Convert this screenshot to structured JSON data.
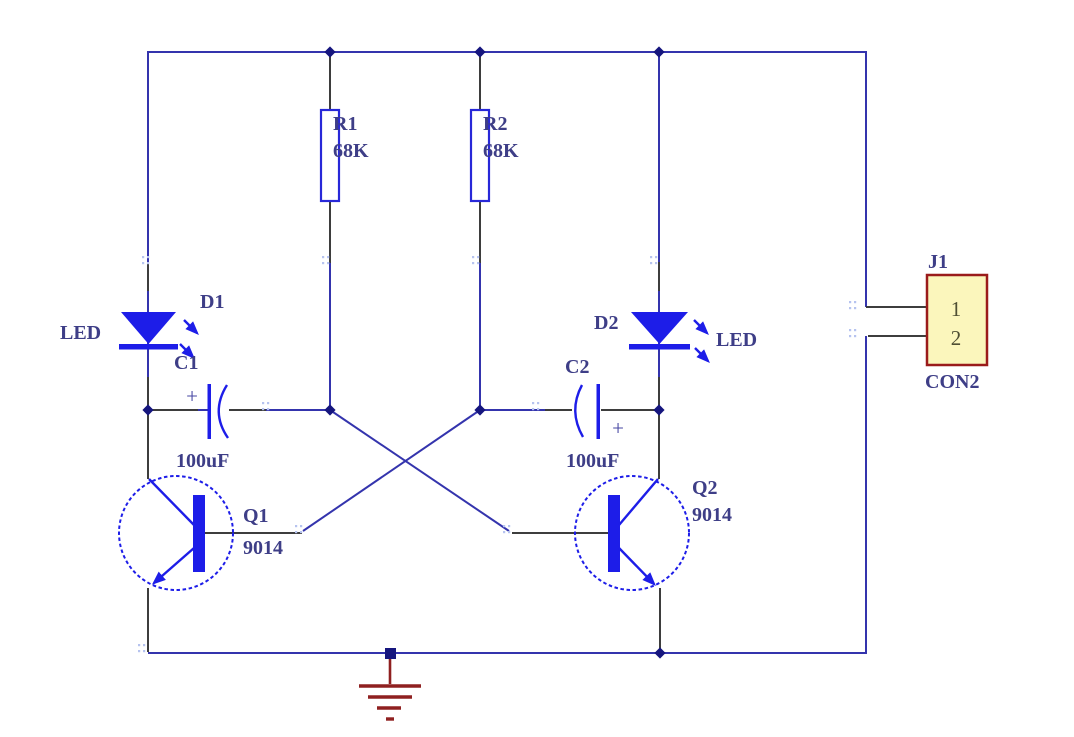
{
  "components": {
    "r1": {
      "ref": "R1",
      "value": "68K"
    },
    "r2": {
      "ref": "R2",
      "value": "68K"
    },
    "c1": {
      "ref": "C1",
      "value": "100uF",
      "polarity": "+"
    },
    "c2": {
      "ref": "C2",
      "value": "100uF",
      "polarity": "+"
    },
    "d1": {
      "ref": "D1",
      "label": "LED"
    },
    "d2": {
      "ref": "D2",
      "label": "LED"
    },
    "q1": {
      "ref": "Q1",
      "value": "9014"
    },
    "q2": {
      "ref": "Q2",
      "value": "9014"
    },
    "j1": {
      "ref": "J1",
      "value": "CON2",
      "pins": [
        "1",
        "2"
      ]
    }
  },
  "colors": {
    "wire": "#3434ad",
    "symbol": "#1d1de8",
    "pin": "#3d3d3d",
    "label": "#3e3e87",
    "ground": "#8f2020",
    "connector_fill": "#fbf6bc",
    "connector_border": "#9a1b1b",
    "pin_number": "#4f4f33",
    "junction": "#16167e"
  }
}
